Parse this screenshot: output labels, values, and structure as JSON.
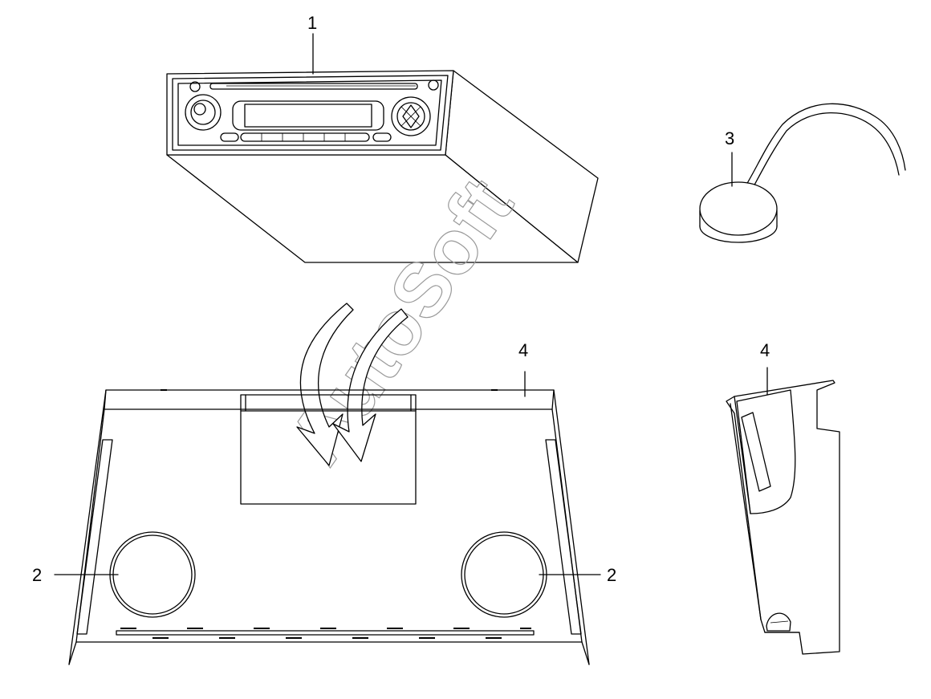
{
  "callouts": {
    "c1": "1",
    "c2_left": "2",
    "c2_right": "2",
    "c3": "3",
    "c4_front": "4",
    "c4_side": "4"
  },
  "watermark": "AutoSoft",
  "colors": {
    "ink": "#000000",
    "watermark": "#9a9a9a",
    "background": "#ffffff"
  }
}
